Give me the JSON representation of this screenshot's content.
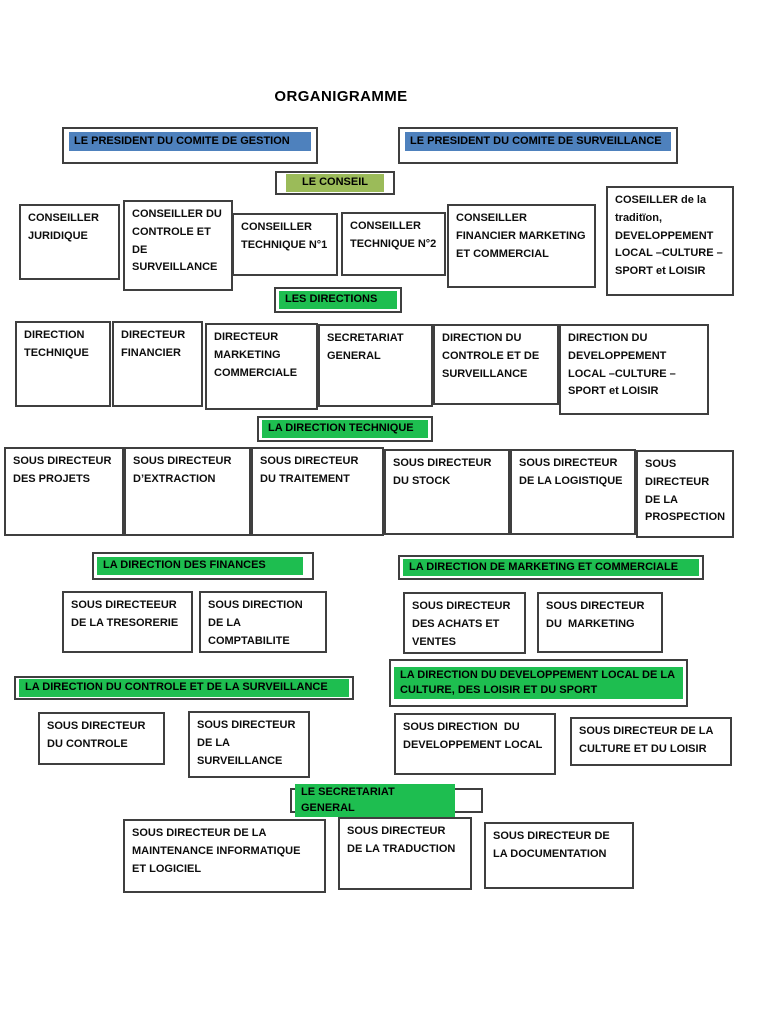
{
  "colors": {
    "blue": "#4e81bd",
    "green": "#1ebe50",
    "olive": "#9bbb59",
    "border": "#3f3f3f"
  },
  "page": {
    "title": "ORGANIGRAMME"
  },
  "presidents": {
    "gestion": "LE PRESIDENT DU COMITE DE GESTION",
    "surveillance": "LE PRESIDENT DU COMITE DE SURVEILLANCE"
  },
  "conseil": {
    "label": "LE CONSEIL"
  },
  "conseillers": [
    "CONSEILLER JURIDIQUE",
    "CONSEILLER DU CONTROLE ET DE SURVEILLANCE",
    "CONSEILLER TECHNIQUE N°1",
    "CONSEILLER TECHNIQUE N°2",
    "CONSEILLER FINANCIER MARKETING ET COMMERCIAL",
    "COSEILLER de la traditïon, DEVELOPPEMENT LOCAL –CULTURE –SPORT et LOISIR"
  ],
  "directions": {
    "label": "LES DIRECTIONS",
    "items": [
      "DIRECTION TECHNIQUE",
      "DIRECTEUR FINANCIER",
      "DIRECTEUR MARKETING COMMERCIALE",
      "SECRETARIAT GENERAL",
      "DIRECTION DU CONTROLE ET DE SURVEILLANCE",
      "DIRECTION DU DEVELOPPEMENT LOCAL –CULTURE – SPORT et LOISIR"
    ]
  },
  "technique": {
    "label": "LA DIRECTION TECHNIQUE",
    "items": [
      "SOUS DIRECTEUR DES PROJETS",
      "SOUS DIRECTEUR D’EXTRACTION",
      "SOUS DIRECTEUR DU TRAITEMENT",
      "SOUS DIRECTEUR DU STOCK",
      "SOUS DIRECTEUR DE LA LOGISTIQUE",
      "SOUS DIRECTEUR DE LA PROSPECTION"
    ]
  },
  "finances": {
    "label": "LA DIRECTION DES FINANCES",
    "items": [
      "SOUS DIRECTEEUR DE LA TRESORERIE",
      "SOUS DIRECTION DE LA COMPTABILITE"
    ]
  },
  "marketing": {
    "label": "LA DIRECTION DE MARKETING ET COMMERCIALE",
    "items": [
      "SOUS DIRECTEUR DES ACHATS ET VENTES",
      "SOUS DIRECTEUR DU  MARKETING"
    ]
  },
  "controle": {
    "label": "LA DIRECTION DU CONTROLE ET DE LA SURVEILLANCE",
    "items": [
      "SOUS DIRECTEUR DU CONTROLE",
      "SOUS DIRECTEUR DE LA SURVEILLANCE"
    ]
  },
  "developpement": {
    "label": "LA DIRECTION DU DEVELOPPEMENT LOCAL DE LA\nCULTURE, DES LOISIR ET DU SPORT",
    "items": [
      "SOUS DIRECTION  DU DEVELOPPEMENT LOCAL",
      "SOUS DIRECTEUR DE LA CULTURE ET DU LOISIR"
    ]
  },
  "secretariat": {
    "label": "LE SECRETARIAT GENERAL",
    "items": [
      "SOUS DIRECTEUR DE LA MAINTENANCE INFORMATIQUE ET LOGICIEL",
      "SOUS DIRECTEUR DE LA TRADUCTION",
      "SOUS DIRECTEUR DE LA DOCUMENTATION"
    ]
  }
}
